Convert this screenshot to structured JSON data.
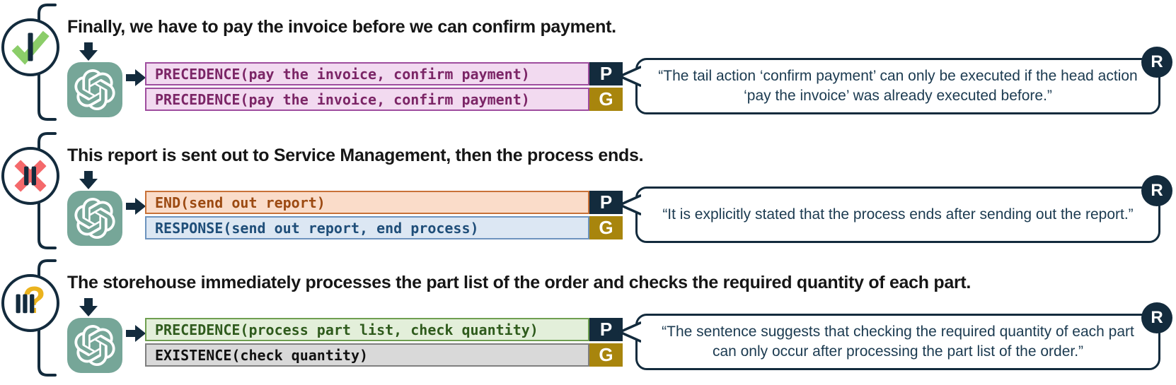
{
  "figure": {
    "description_labels": {
      "prediction_badge": "P",
      "gold_badge": "G",
      "rationale_badge": "R"
    }
  },
  "colors": {
    "navy": "#132B3D",
    "gold_badge": "#A8850D",
    "chatgpt_teal": "#76A698",
    "check_green": "#8BCD69",
    "cross_red": "#F4696B",
    "question_gold": "#EBB31E",
    "purple_box": {
      "bg": "#F2DAF0",
      "border": "#9E4D9E",
      "text": "#7B2566"
    },
    "orange_box": {
      "bg": "#FADCC9",
      "border": "#C87137",
      "text": "#9C4A12"
    },
    "blue_box": {
      "bg": "#DCE7F3",
      "border": "#6C93BE",
      "text": "#1F4E79"
    },
    "green_box": {
      "bg": "#E3EFDA",
      "border": "#6F9F50",
      "text": "#2F5B1D"
    },
    "grey_box": {
      "bg": "#D9D9D9",
      "border": "#7F7F7F",
      "text": "#111111"
    }
  },
  "rows": [
    {
      "status_icon": "check-icon",
      "sentence": "Finally, we have to pay the invoice before we can confirm payment.",
      "prediction": {
        "badge": "P",
        "theme": "purple",
        "text": "PRECEDENCE(pay the invoice, confirm payment)"
      },
      "gold": {
        "badge": "G",
        "theme": "purple",
        "text": "PRECEDENCE(pay the invoice, confirm payment)"
      },
      "rationale_badge": "R",
      "rationale": "“The tail action ‘confirm payment’ can only be executed if the head action ‘pay the invoice’ was already executed before.”"
    },
    {
      "status_icon": "cross-icon",
      "sentence": "This report is sent out to Service Management, then the process ends.",
      "prediction": {
        "badge": "P",
        "theme": "orange",
        "text": "END(send out report)"
      },
      "gold": {
        "badge": "G",
        "theme": "blue",
        "text": "RESPONSE(send out report, end process)"
      },
      "rationale_badge": "R",
      "rationale": "“It is explicitly stated that the process ends after sending out the report.”"
    },
    {
      "status_icon": "question-icon",
      "sentence": "The storehouse immediately processes the part list of the order and checks the required quantity of each part.",
      "prediction": {
        "badge": "P",
        "theme": "green",
        "text": "PRECEDENCE(process part list, check quantity)"
      },
      "gold": {
        "badge": "G",
        "theme": "grey",
        "text": "EXISTENCE(check quantity)"
      },
      "rationale_badge": "R",
      "rationale": "“The sentence suggests that checking the required quantity of each part can only occur after processing the part list of the order.”"
    }
  ]
}
